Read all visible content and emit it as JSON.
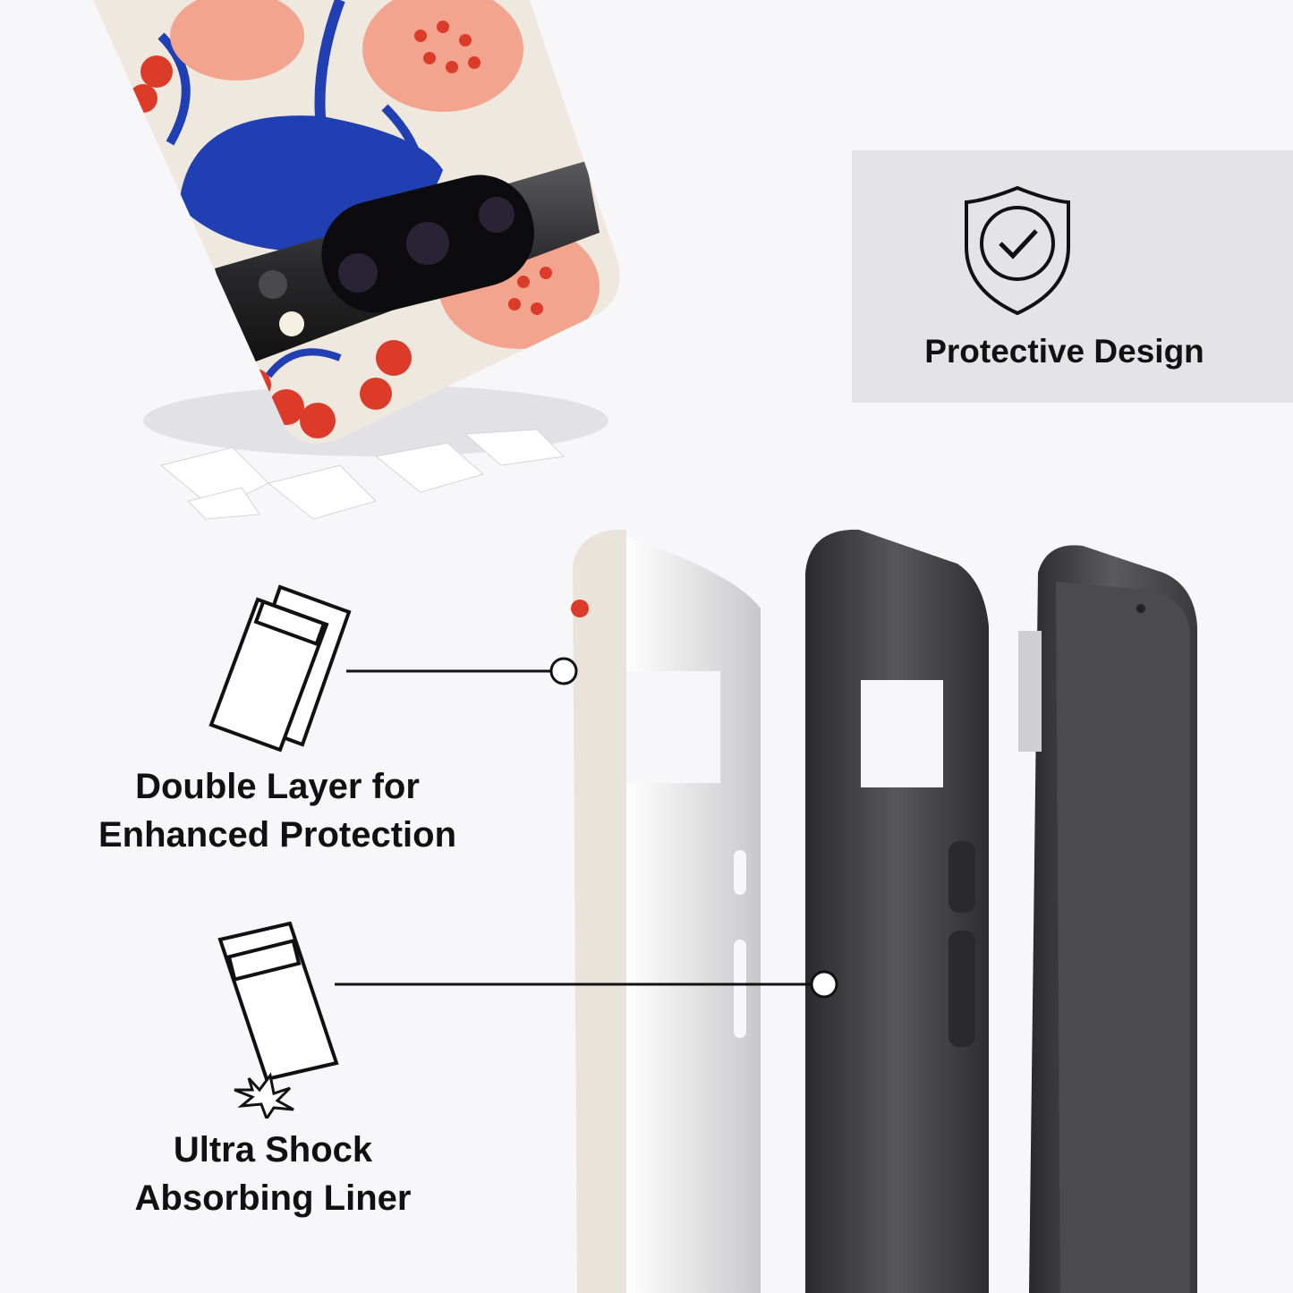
{
  "protective_card": {
    "label": "Protective Design",
    "icon": "shield-check-icon"
  },
  "callouts": [
    {
      "label_line1": "Double Layer for",
      "label_line2": "Enhanced Protection",
      "icon": "double-layer-icon"
    },
    {
      "label_line1": "Ultra Shock",
      "label_line2": "Absorbing Liner",
      "icon": "shock-absorb-icon"
    }
  ],
  "colors": {
    "background": "#f7f7f9",
    "card": "#e4e4e6",
    "pattern_blue": "#1f3fb3",
    "pattern_red": "#dd3b2a",
    "pattern_pink": "#f2a48e",
    "pattern_cream": "#efe8de",
    "liner_dark": "#3a3a3c"
  }
}
